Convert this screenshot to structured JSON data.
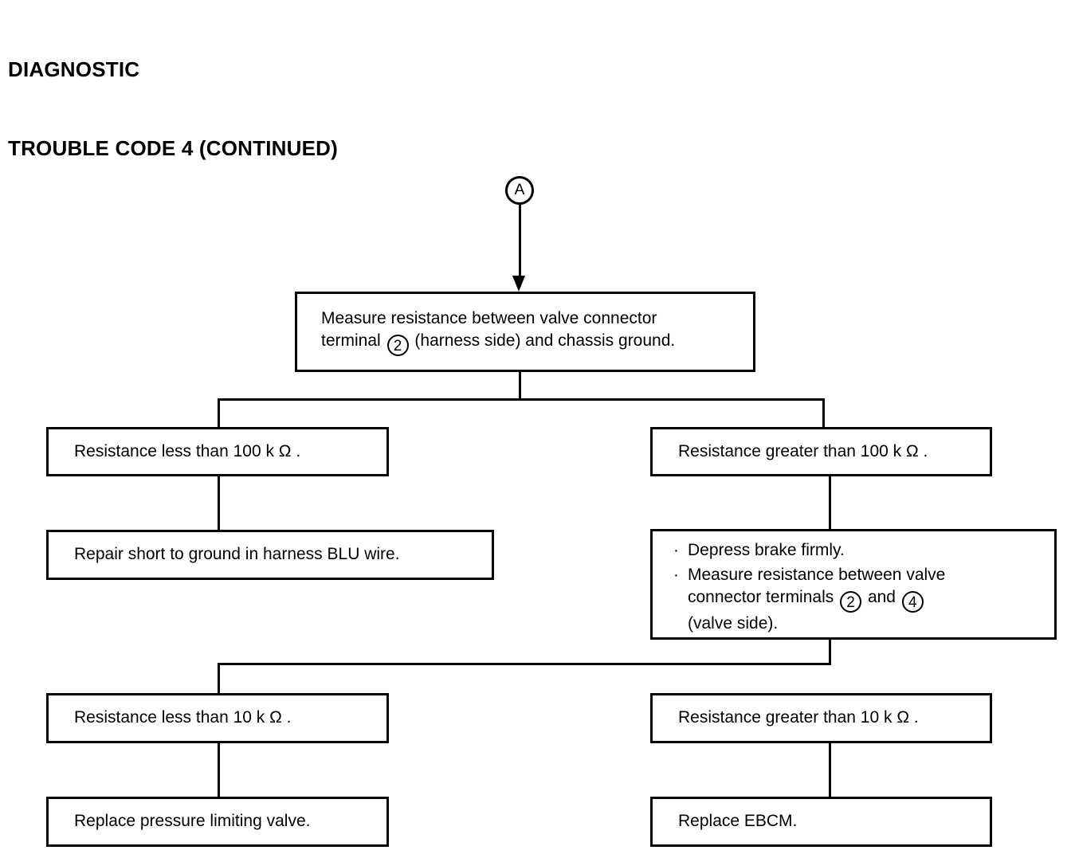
{
  "page": {
    "title_lines": [
      "DIAGNOSTIC",
      "TROUBLE CODE 4 (CONTINUED)"
    ]
  },
  "flowchart": {
    "connector": {
      "label": "A",
      "name": "connector-a"
    },
    "nodes": {
      "measure_harness": {
        "line1": "Measure resistance between valve connector",
        "line2_pre": "terminal",
        "line2_circle": "2",
        "line2_post": "(harness side) and chassis ground."
      },
      "res_less_100": "Resistance less than 100 k Ω .",
      "res_greater_100": "Resistance greater than 100 k Ω .",
      "repair_short": "Repair short to ground in harness BLU wire.",
      "depress_measure": {
        "bullet_mark": "·",
        "bullet1": "Depress brake firmly.",
        "bullet2_line1": "Measure resistance between valve",
        "bullet2_line2_pre": "connector terminals",
        "bullet2_circle_a": "2",
        "bullet2_mid": "and",
        "bullet2_circle_b": "4",
        "bullet2_line3": "(valve side)."
      },
      "res_less_10": "Resistance less than 10 k Ω .",
      "res_greater_10": "Resistance greater than 10 k Ω .",
      "replace_valve": "Replace pressure limiting valve.",
      "replace_ebcm": "Replace EBCM."
    }
  },
  "chart_data": {
    "type": "diagram",
    "title": "DIAGNOSTIC TROUBLE CODE 4 (CONTINUED)",
    "diagram_kind": "flowchart",
    "entry_connector": "A",
    "steps": [
      {
        "id": "measure_harness",
        "text": "Measure resistance between valve connector terminal (2) (harness side) and chassis ground.",
        "branches": [
          "res_less_100",
          "res_greater_100"
        ]
      },
      {
        "id": "res_less_100",
        "text": "Resistance less than 100 k Ω .",
        "branches": [
          "repair_short"
        ]
      },
      {
        "id": "res_greater_100",
        "text": "Resistance greater than 100 k Ω .",
        "branches": [
          "depress_measure"
        ]
      },
      {
        "id": "repair_short",
        "text": "Repair short to ground in harness BLU wire.",
        "branches": []
      },
      {
        "id": "depress_measure",
        "text": "· Depress brake firmly. · Measure resistance between valve connector terminals (2) and (4) (valve side).",
        "branches": [
          "res_less_10",
          "res_greater_10"
        ]
      },
      {
        "id": "res_less_10",
        "text": "Resistance less than 10 k Ω .",
        "branches": [
          "replace_valve"
        ]
      },
      {
        "id": "res_greater_10",
        "text": "Resistance greater than 10 k Ω .",
        "branches": [
          "replace_ebcm"
        ]
      },
      {
        "id": "replace_valve",
        "text": "Replace pressure limiting valve.",
        "branches": []
      },
      {
        "id": "replace_ebcm",
        "text": "Replace EBCM.",
        "branches": []
      }
    ]
  }
}
